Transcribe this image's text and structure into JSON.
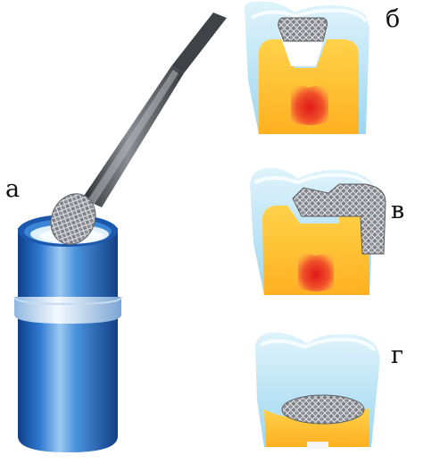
{
  "labels": {
    "a": "а",
    "b": "б",
    "v": "в",
    "g": "г"
  },
  "colors": {
    "enamel": "#aee0f5",
    "enamel_edge": "#eaf7fd",
    "dentin": "#ffbf2e",
    "pulp": "#e83020",
    "filling": "#777a80",
    "instrument": "#4a4d52",
    "container": "#2b6fc1"
  },
  "icons": {
    "instrument": "dental-spatula-icon",
    "container": "amalgam-container-icon",
    "tooth": "molar-tooth-icon"
  }
}
